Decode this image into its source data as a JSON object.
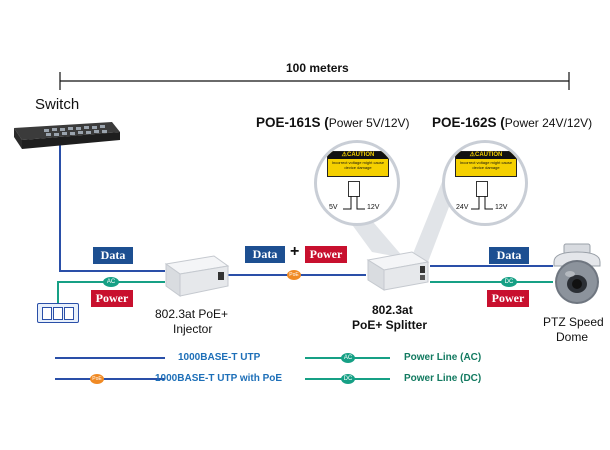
{
  "distance": {
    "label": "100 meters"
  },
  "switch": {
    "label": "Switch"
  },
  "models": [
    {
      "name": "POE-161S (",
      "detail": "Power 5V/12V)",
      "caution_title": "⚠CAUTION",
      "caution_text": "Incorrect voltage might cause device damage",
      "volt_left": "5V",
      "volt_right": "12V"
    },
    {
      "name": "POE-162S (",
      "detail": "Power 24V/12V)",
      "caution_title": "⚠CAUTION",
      "caution_text": "Incorrect voltage might cause device damage",
      "volt_left": "24V",
      "volt_right": "12V"
    }
  ],
  "badges": {
    "data": "Data",
    "power": "Power",
    "plus": "+"
  },
  "injector": {
    "line1": "802.3at PoE+",
    "line2": "Injector"
  },
  "splitter": {
    "line1": "802.3at",
    "line2": "PoE+ Splitter"
  },
  "camera": {
    "line1": "PTZ Speed",
    "line2": "Dome"
  },
  "markers": {
    "ac": "AC",
    "dc": "DC",
    "poe": "PoE"
  },
  "legend": [
    {
      "label": "1000BASE-T UTP",
      "color": "#1d6fb8"
    },
    {
      "label": "1000BASE-T UTP with PoE",
      "color": "#1d6fb8"
    },
    {
      "label": "Power Line (AC)",
      "color": "#1a9c7a"
    },
    {
      "label": "Power Line (DC)",
      "color": "#1a9c7a"
    }
  ],
  "colors": {
    "utp": "#2a4fa8",
    "power_line": "#16a085",
    "poe_marker": "#f08a24",
    "data_badge": "#1d4f91",
    "power_badge": "#c8102e"
  }
}
